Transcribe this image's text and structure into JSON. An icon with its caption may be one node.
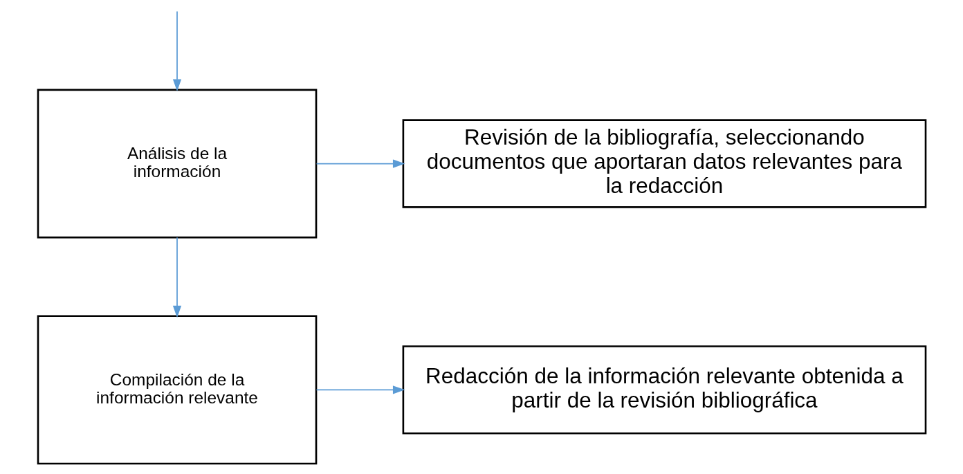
{
  "diagram": {
    "nodes": [
      {
        "text": [
          "Análisis de la información"
        ]
      },
      {
        "text": [
          "Revisión de la bibliografía, seleccionando documentos que aportaran datos relevantes para la redacción"
        ]
      },
      {
        "text": [
          "Compilación de la información relevante"
        ]
      },
      {
        "text": [
          "Redacción de la información relevante obtenida a partir de la revisión bibliográfica"
        ]
      }
    ],
    "edges": [
      {
        "from": null,
        "to": 0,
        "arrow": "to"
      },
      {
        "from": 0,
        "to": 1,
        "arrow": "to"
      },
      {
        "from": 0,
        "to": 2,
        "arrow": "to"
      },
      {
        "from": 2,
        "to": 3,
        "arrow": "to"
      }
    ]
  }
}
